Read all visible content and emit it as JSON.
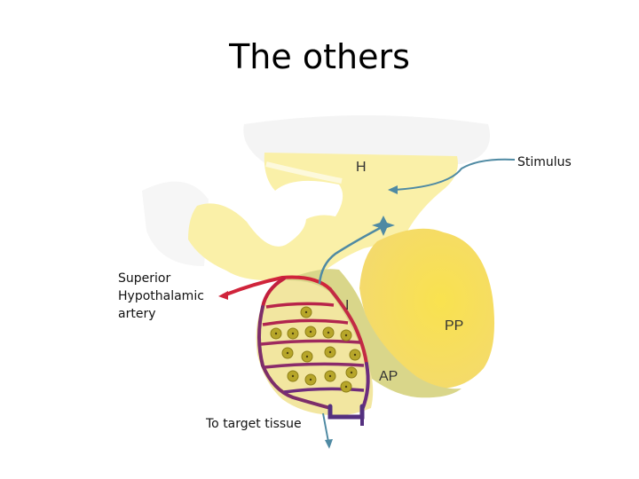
{
  "title": "The others",
  "labels": {
    "stimulus": "Stimulus",
    "superior_line1": "Superior",
    "superior_line2": "Hypothalamic",
    "superior_line3": "artery",
    "target": "To target tissue"
  },
  "regions": {
    "h": "H",
    "i": "I",
    "pp": "PP",
    "ap": "AP"
  },
  "colors": {
    "hypothalamus": "#faf0a8",
    "posterior_pituitary": "#f7df5c",
    "stalk_shade": "#d9d68a",
    "anterior_pituitary": "#f2e6a0",
    "artery": "#d0243b",
    "vein": "#5a2a84",
    "neuron": "#4f8aa3",
    "cell": "#b7a62a"
  }
}
